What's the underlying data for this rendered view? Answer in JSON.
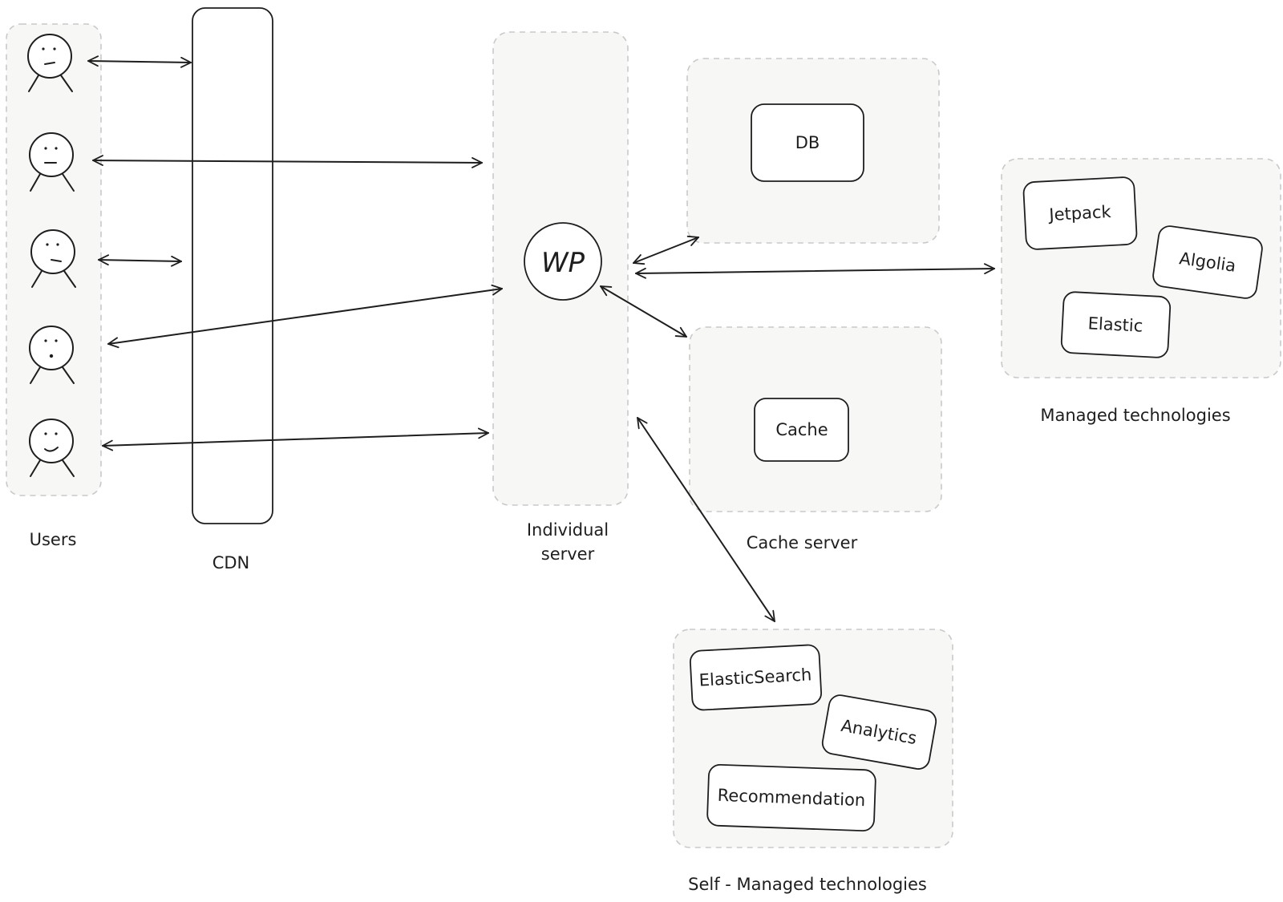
{
  "diagram": {
    "labels": {
      "users": "Users",
      "cdn": "CDN",
      "individual_server_line1": "Individual",
      "individual_server_line2": "server",
      "cache_server": "Cache server",
      "managed": "Managed technologies",
      "self_managed": "Self - Managed technologies"
    },
    "nodes": {
      "wp": "WP",
      "db": "DB",
      "cache": "Cache",
      "jetpack": "Jetpack",
      "algolia": "Algolia",
      "elastic": "Elastic",
      "elasticsearch": "ElasticSearch",
      "analytics": "Analytics",
      "recommendation": "Recommendation"
    },
    "colors": {
      "stroke": "#1e1e1e",
      "group_fill": "#f7f8f5",
      "group_border": "#c9c9c9"
    }
  }
}
